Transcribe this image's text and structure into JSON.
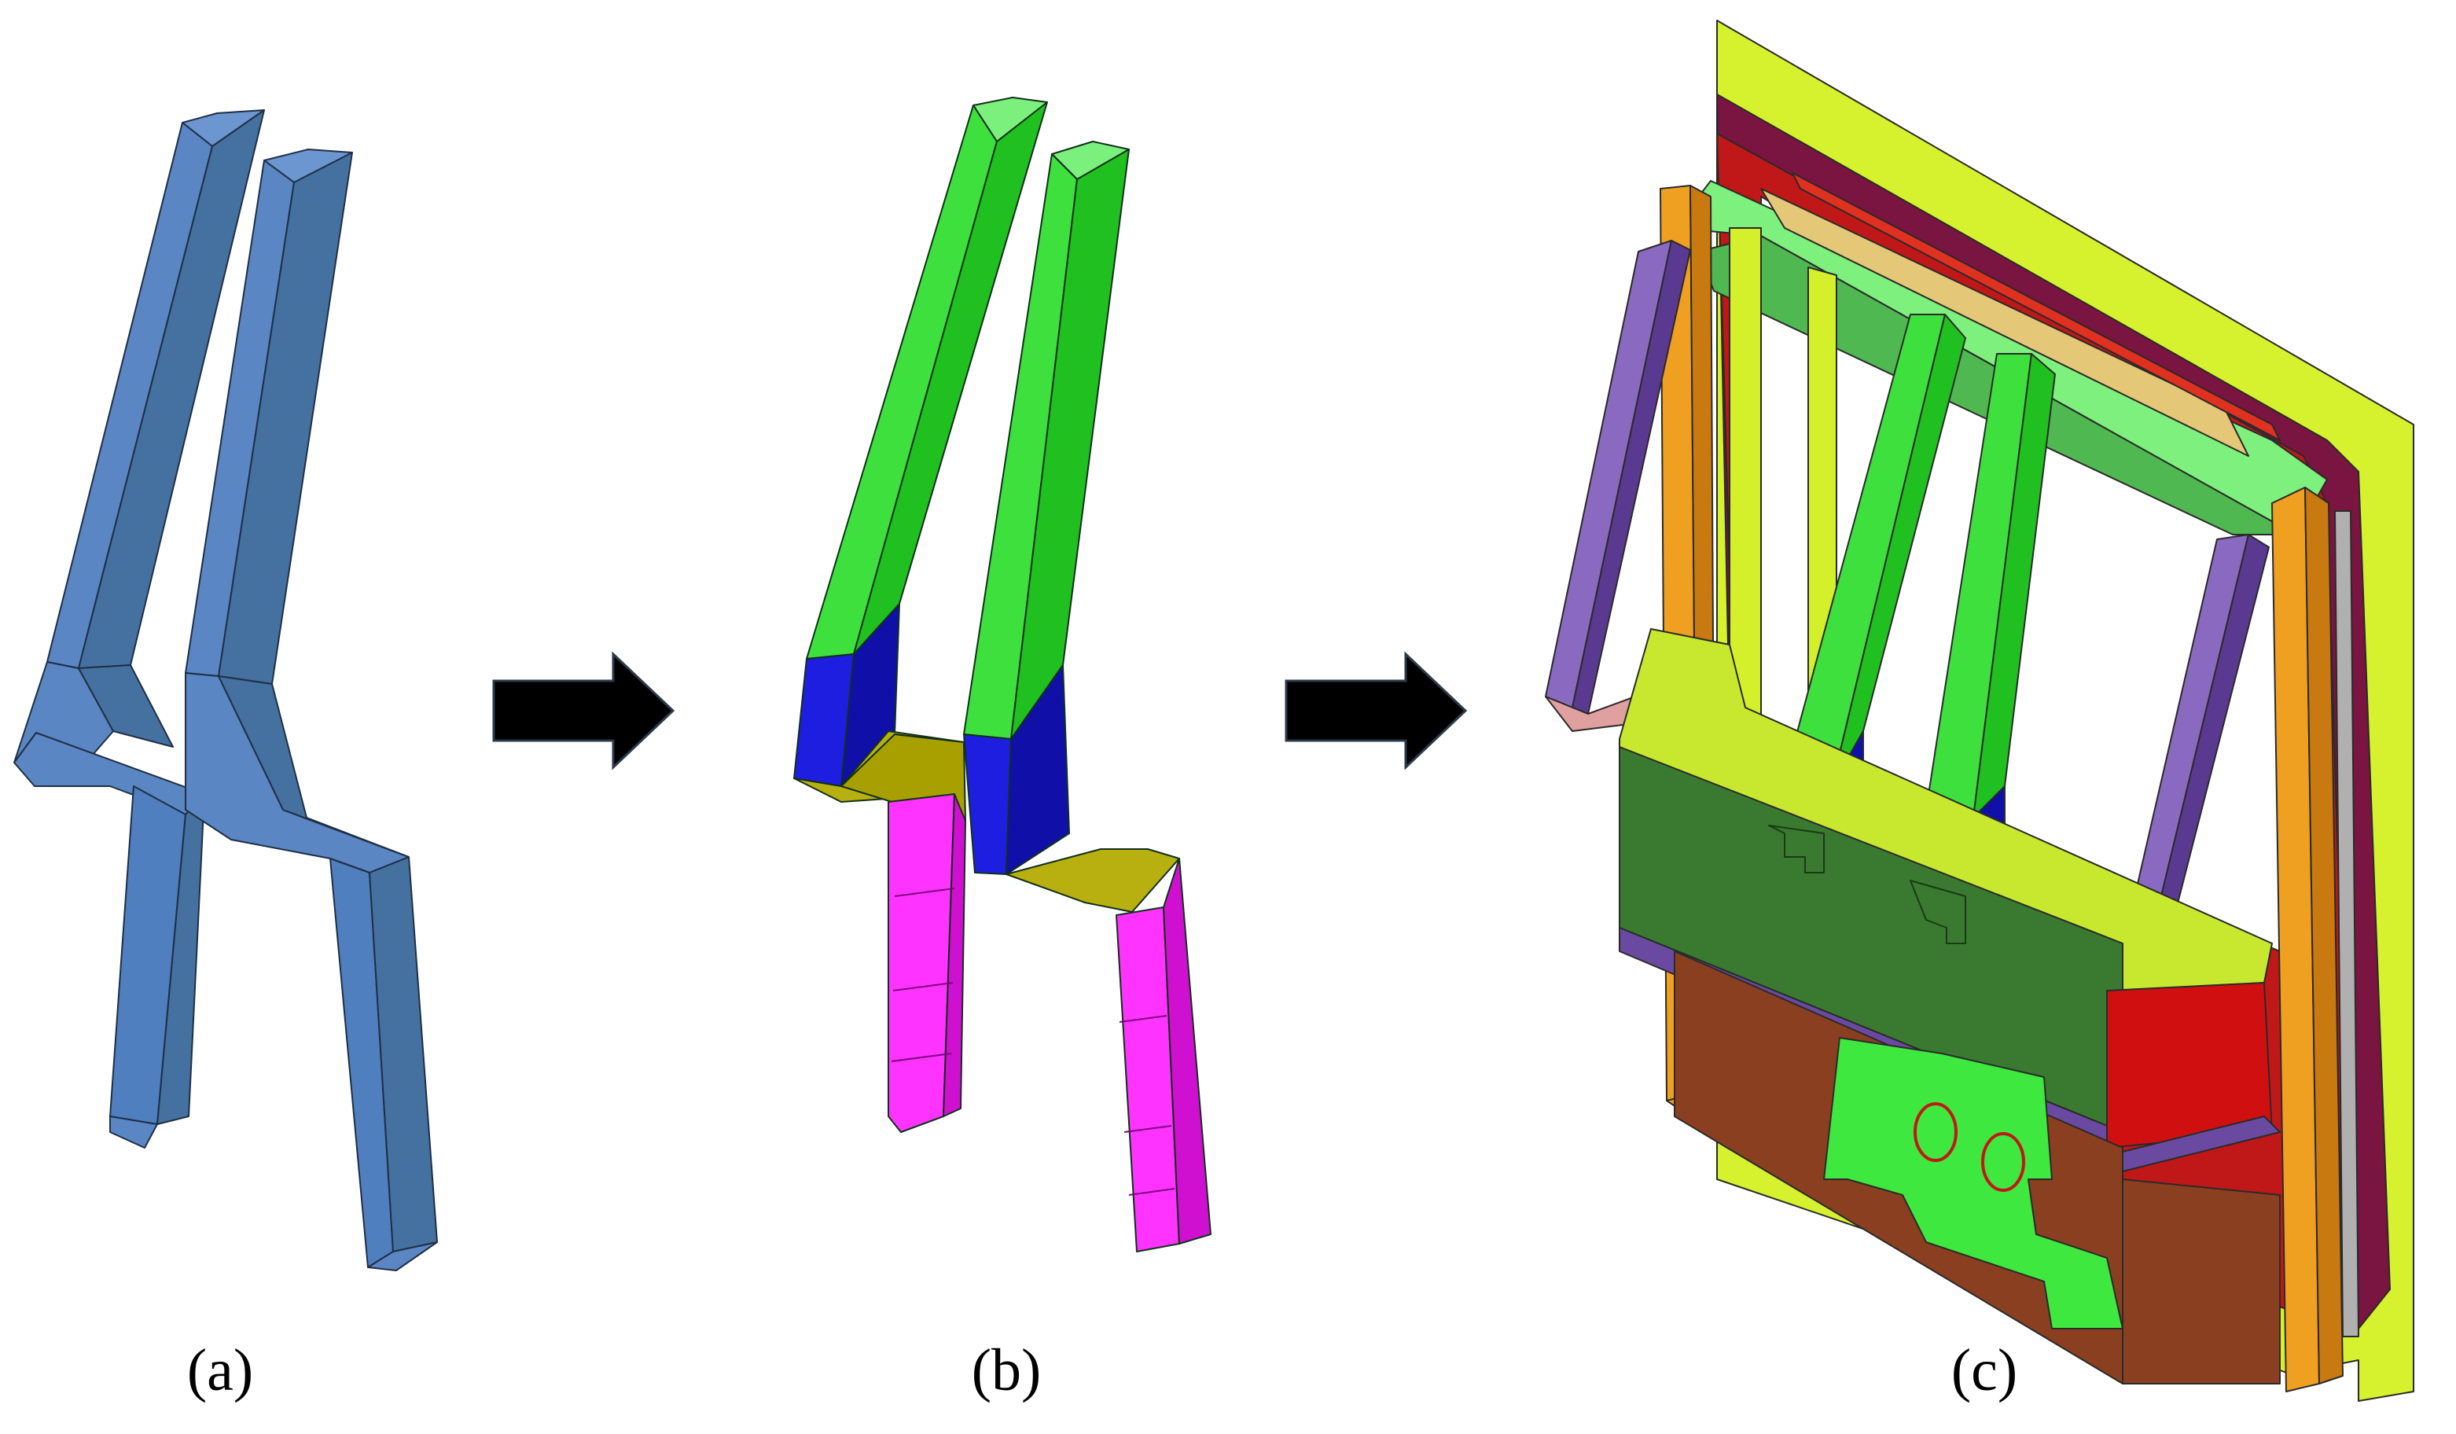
{
  "panels": [
    {
      "id": "a",
      "label": "(a)"
    },
    {
      "id": "b",
      "label": "(b)"
    },
    {
      "id": "c",
      "label": "(c)"
    }
  ],
  "icons": [
    "right-arrow-icon",
    "right-arrow-icon"
  ],
  "colors": {
    "stage_a_member": "#4f7fbf",
    "stage_b_upper": "#22e622",
    "stage_b_joint": "#1616c8",
    "stage_b_crossbar": "#a8a000",
    "stage_b_lower": "#e81ee8",
    "frame_yellow": "#d4f02a",
    "frame_orange": "#f0a020",
    "frame_purple": "#6a4aa0",
    "frame_darkgreen": "#3a7a30",
    "frame_red": "#d01010",
    "frame_brown": "#8a4020",
    "frame_maroon": "#7a1440",
    "frame_lightgreen": "#7ef07e",
    "frame_tan": "#e8d080",
    "arrow": "#000000"
  }
}
